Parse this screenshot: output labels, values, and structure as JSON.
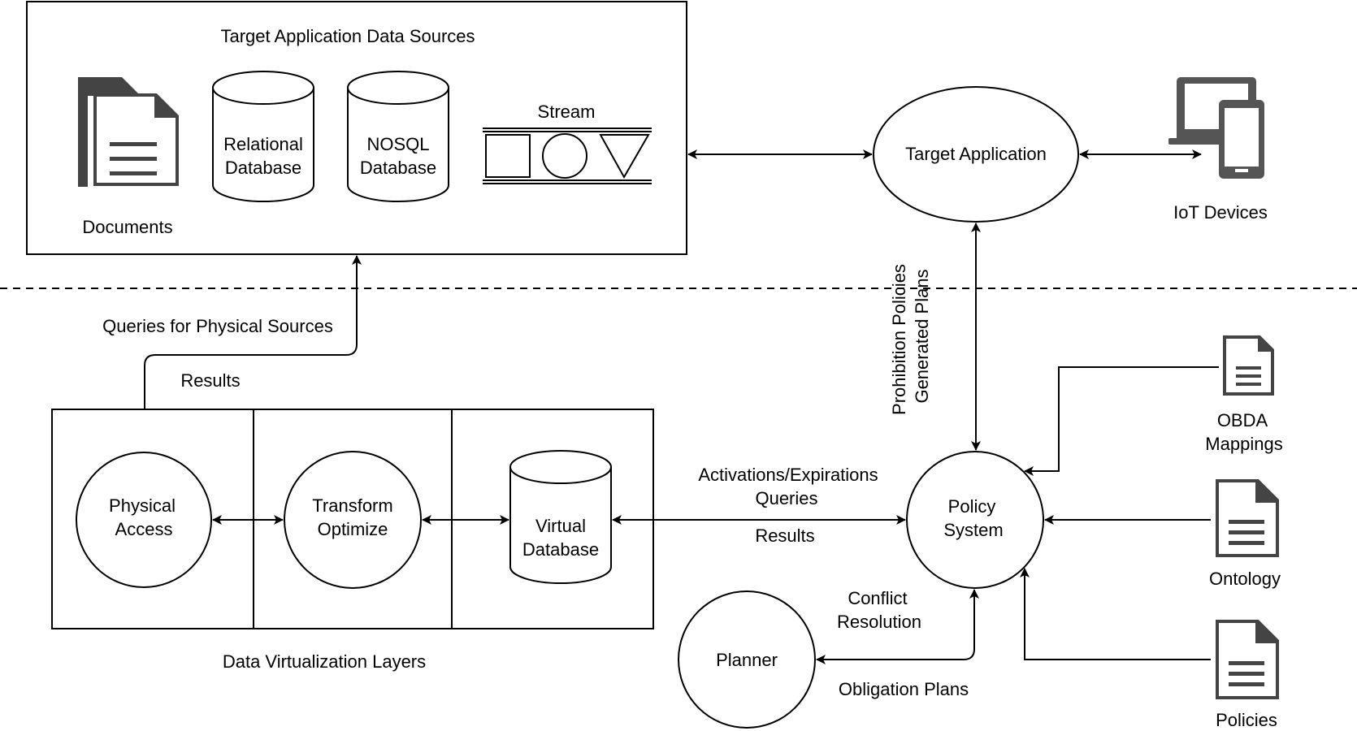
{
  "data_sources": {
    "title": "Target Application Data Sources",
    "documents": "Documents",
    "relational_db": [
      "Relational",
      "Database"
    ],
    "nosql_db": [
      "NOSQL",
      "Database"
    ],
    "stream": "Stream"
  },
  "target_application": "Target Application",
  "iot_devices": "IoT Devices",
  "queries_physical": "Queries for Physical Sources",
  "results_top": "Results",
  "virtualization": {
    "caption": "Data Virtualization Layers",
    "physical_access": [
      "Physical",
      "Access"
    ],
    "transform": [
      "Transform",
      "Optimize"
    ],
    "virtual_db": [
      "Virtual",
      "Database"
    ]
  },
  "vertical_labels": [
    "Prohibition Policies",
    "Generated Plans"
  ],
  "activations": [
    "Activations/Expirations",
    "Queries"
  ],
  "results_mid": "Results",
  "policy_system": [
    "Policy",
    "System"
  ],
  "obda": [
    "OBDA",
    "Mappings"
  ],
  "ontology": "Ontology",
  "policies": "Policies",
  "conflict": [
    "Conflict",
    "Resolution"
  ],
  "planner": "Planner",
  "obligation_plans": "Obligation Plans"
}
